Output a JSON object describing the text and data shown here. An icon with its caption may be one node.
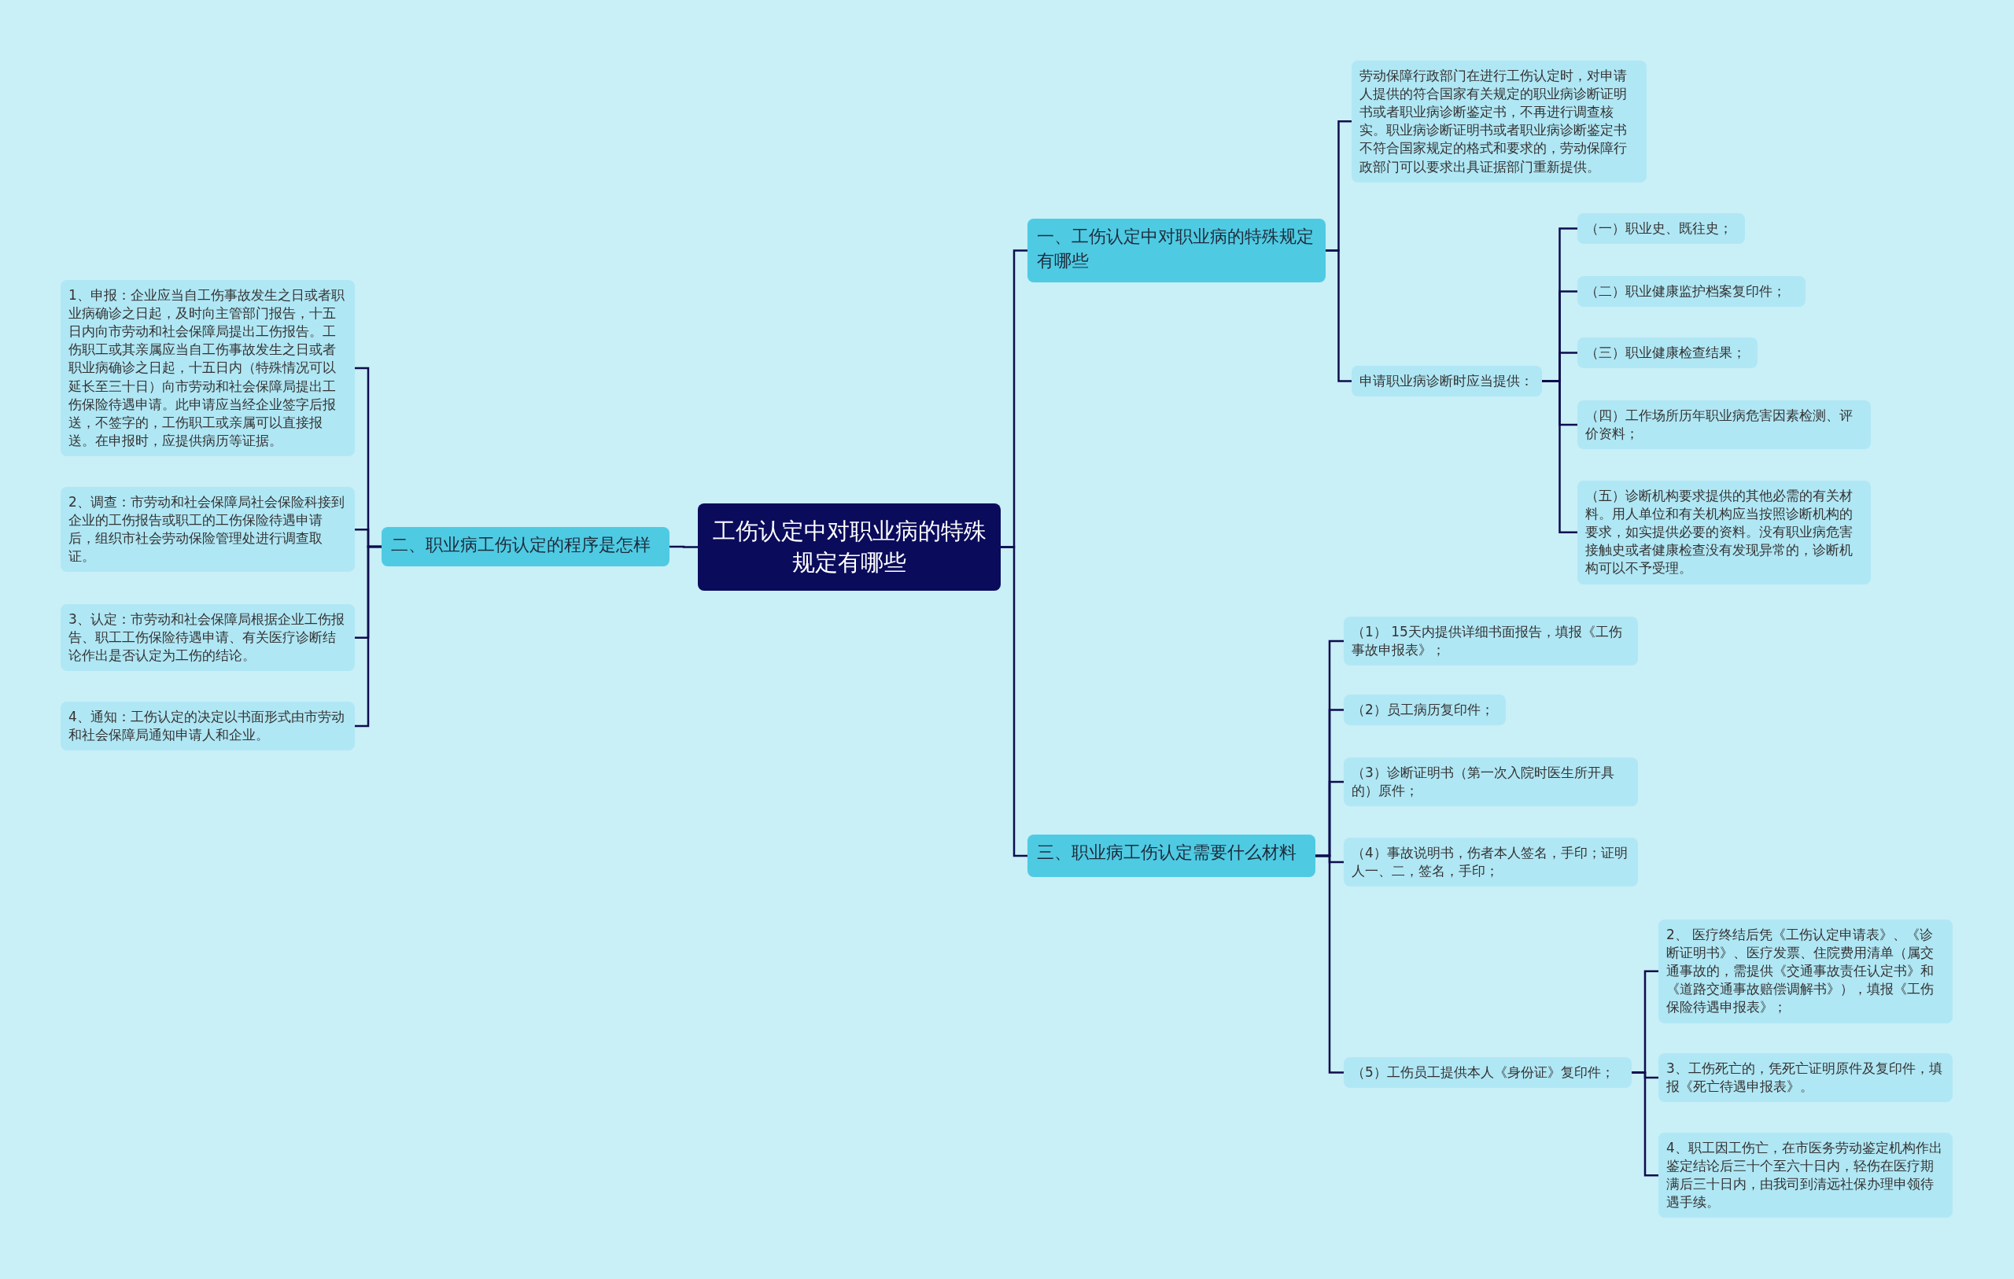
{
  "diagram": {
    "nodes": [
      {
        "text": [
          "工伤认定中对职业病的特殊规定有哪些"
        ]
      },
      {
        "text": [
          "一、工伤认定中对职业病的特殊规定有哪些"
        ]
      },
      {
        "text": [
          "劳动保障行政部门在进行工伤认定时，对申请人提供的符合国家有关规定的职业病诊断证明书或者职业病诊断鉴定书，不再进行调查核实。职业病诊断证明书或者职业病诊断鉴定书不符合国家规定的格式和要求的，劳动保障行政部门可以要求出具证据部门重新提供。"
        ]
      },
      {
        "text": [
          "申请职业病诊断时应当提供："
        ]
      },
      {
        "text": [
          "（一）职业史、既往史；"
        ]
      },
      {
        "text": [
          "（二）职业健康监护档案复印件；"
        ]
      },
      {
        "text": [
          "（三）职业健康检查结果；"
        ]
      },
      {
        "text": [
          "（四）工作场所历年职业病危害因素检测、评价资料；"
        ]
      },
      {
        "text": [
          "（五）诊断机构要求提供的其他必需的有关材料。用人单位和有关机构应当按照诊断机构的要求，如实提供必要的资料。没有职业病危害接触史或者健康检查没有发现异常的，诊断机构可以不予受理。"
        ]
      },
      {
        "text": [
          "二、职业病工伤认定的程序是怎样"
        ]
      },
      {
        "text": [
          "1、申报：企业应当自工伤事故发生之日或者职业病确诊之日起，及时向主管部门报告，十五日内向市劳动和社会保障局提出工伤报告。工伤职工或其亲属应当自工伤事故发生之日或者职业病确诊之日起，十五日内（特殊情况可以延长至三十日）向市劳动和社会保障局提出工伤保险待遇申请。此申请应当经企业签字后报送，不签字的，工伤职工或亲属可以直接报送。在申报时，应提供病历等证据。"
        ]
      },
      {
        "text": [
          "2、调查：市劳动和社会保障局社会保险科接到企业的工伤报告或职工的工伤保险待遇申请后，组织市社会劳动保险管理处进行调查取证。"
        ]
      },
      {
        "text": [
          "3、认定：市劳动和社会保障局根据企业工伤报告、职工工伤保险待遇申请、有关医疗诊断结论作出是否认定为工伤的结论。"
        ]
      },
      {
        "text": [
          "4、通知：工伤认定的决定以书面形式由市劳动和社会保障局通知申请人和企业。"
        ]
      },
      {
        "text": [
          "三、职业病工伤认定需要什么材料"
        ]
      },
      {
        "text": [
          "（1） 15天内提供详细书面报告，填报《工伤事故申报表》；"
        ]
      },
      {
        "text": [
          "（2）员工病历复印件；"
        ]
      },
      {
        "text": [
          "（3）诊断证明书（第一次入院时医生所开具的）原件；"
        ]
      },
      {
        "text": [
          "（4）事故说明书，伤者本人签名，手印；证明人一、二，签名，手印；"
        ]
      },
      {
        "text": [
          "（5）工伤员工提供本人《身份证》复印件；"
        ]
      },
      {
        "text": [
          "2、 医疗终结后凭《工伤认定申请表》、《诊断证明书》、医疗发票、住院费用清单（属交通事故的，需提供《交通事故责任认定书》和《道路交通事故赔偿调解书》），填报《工伤保险待遇申报表》；"
        ]
      },
      {
        "text": [
          "3、工伤死亡的，凭死亡证明原件及复印件，填报《死亡待遇申报表》。"
        ]
      },
      {
        "text": [
          "4、职工因工伤亡，在市医务劳动鉴定机构作出鉴定结论后三十个至六十日内，轻伤在医疗期满后三十日内，由我司到清远社保办理申领待遇手续。"
        ]
      }
    ],
    "edges": [
      {
        "from": 0,
        "to": 1,
        "arrow": "none"
      },
      {
        "from": 1,
        "to": 2,
        "arrow": "none"
      },
      {
        "from": 1,
        "to": 3,
        "arrow": "none"
      },
      {
        "from": 3,
        "to": 4,
        "arrow": "none"
      },
      {
        "from": 3,
        "to": 5,
        "arrow": "none"
      },
      {
        "from": 3,
        "to": 6,
        "arrow": "none"
      },
      {
        "from": 3,
        "to": 7,
        "arrow": "none"
      },
      {
        "from": 3,
        "to": 8,
        "arrow": "none"
      },
      {
        "from": 0,
        "to": 9,
        "arrow": "none"
      },
      {
        "from": 9,
        "to": 10,
        "arrow": "none"
      },
      {
        "from": 9,
        "to": 11,
        "arrow": "none"
      },
      {
        "from": 9,
        "to": 12,
        "arrow": "none"
      },
      {
        "from": 9,
        "to": 13,
        "arrow": "none"
      },
      {
        "from": 0,
        "to": 14,
        "arrow": "none"
      },
      {
        "from": 14,
        "to": 15,
        "arrow": "none"
      },
      {
        "from": 14,
        "to": 16,
        "arrow": "none"
      },
      {
        "from": 14,
        "to": 17,
        "arrow": "none"
      },
      {
        "from": 14,
        "to": 18,
        "arrow": "none"
      },
      {
        "from": 14,
        "to": 19,
        "arrow": "none"
      },
      {
        "from": 19,
        "to": 20,
        "arrow": "none"
      },
      {
        "from": 19,
        "to": 21,
        "arrow": "none"
      },
      {
        "from": 19,
        "to": 22,
        "arrow": "none"
      }
    ]
  }
}
